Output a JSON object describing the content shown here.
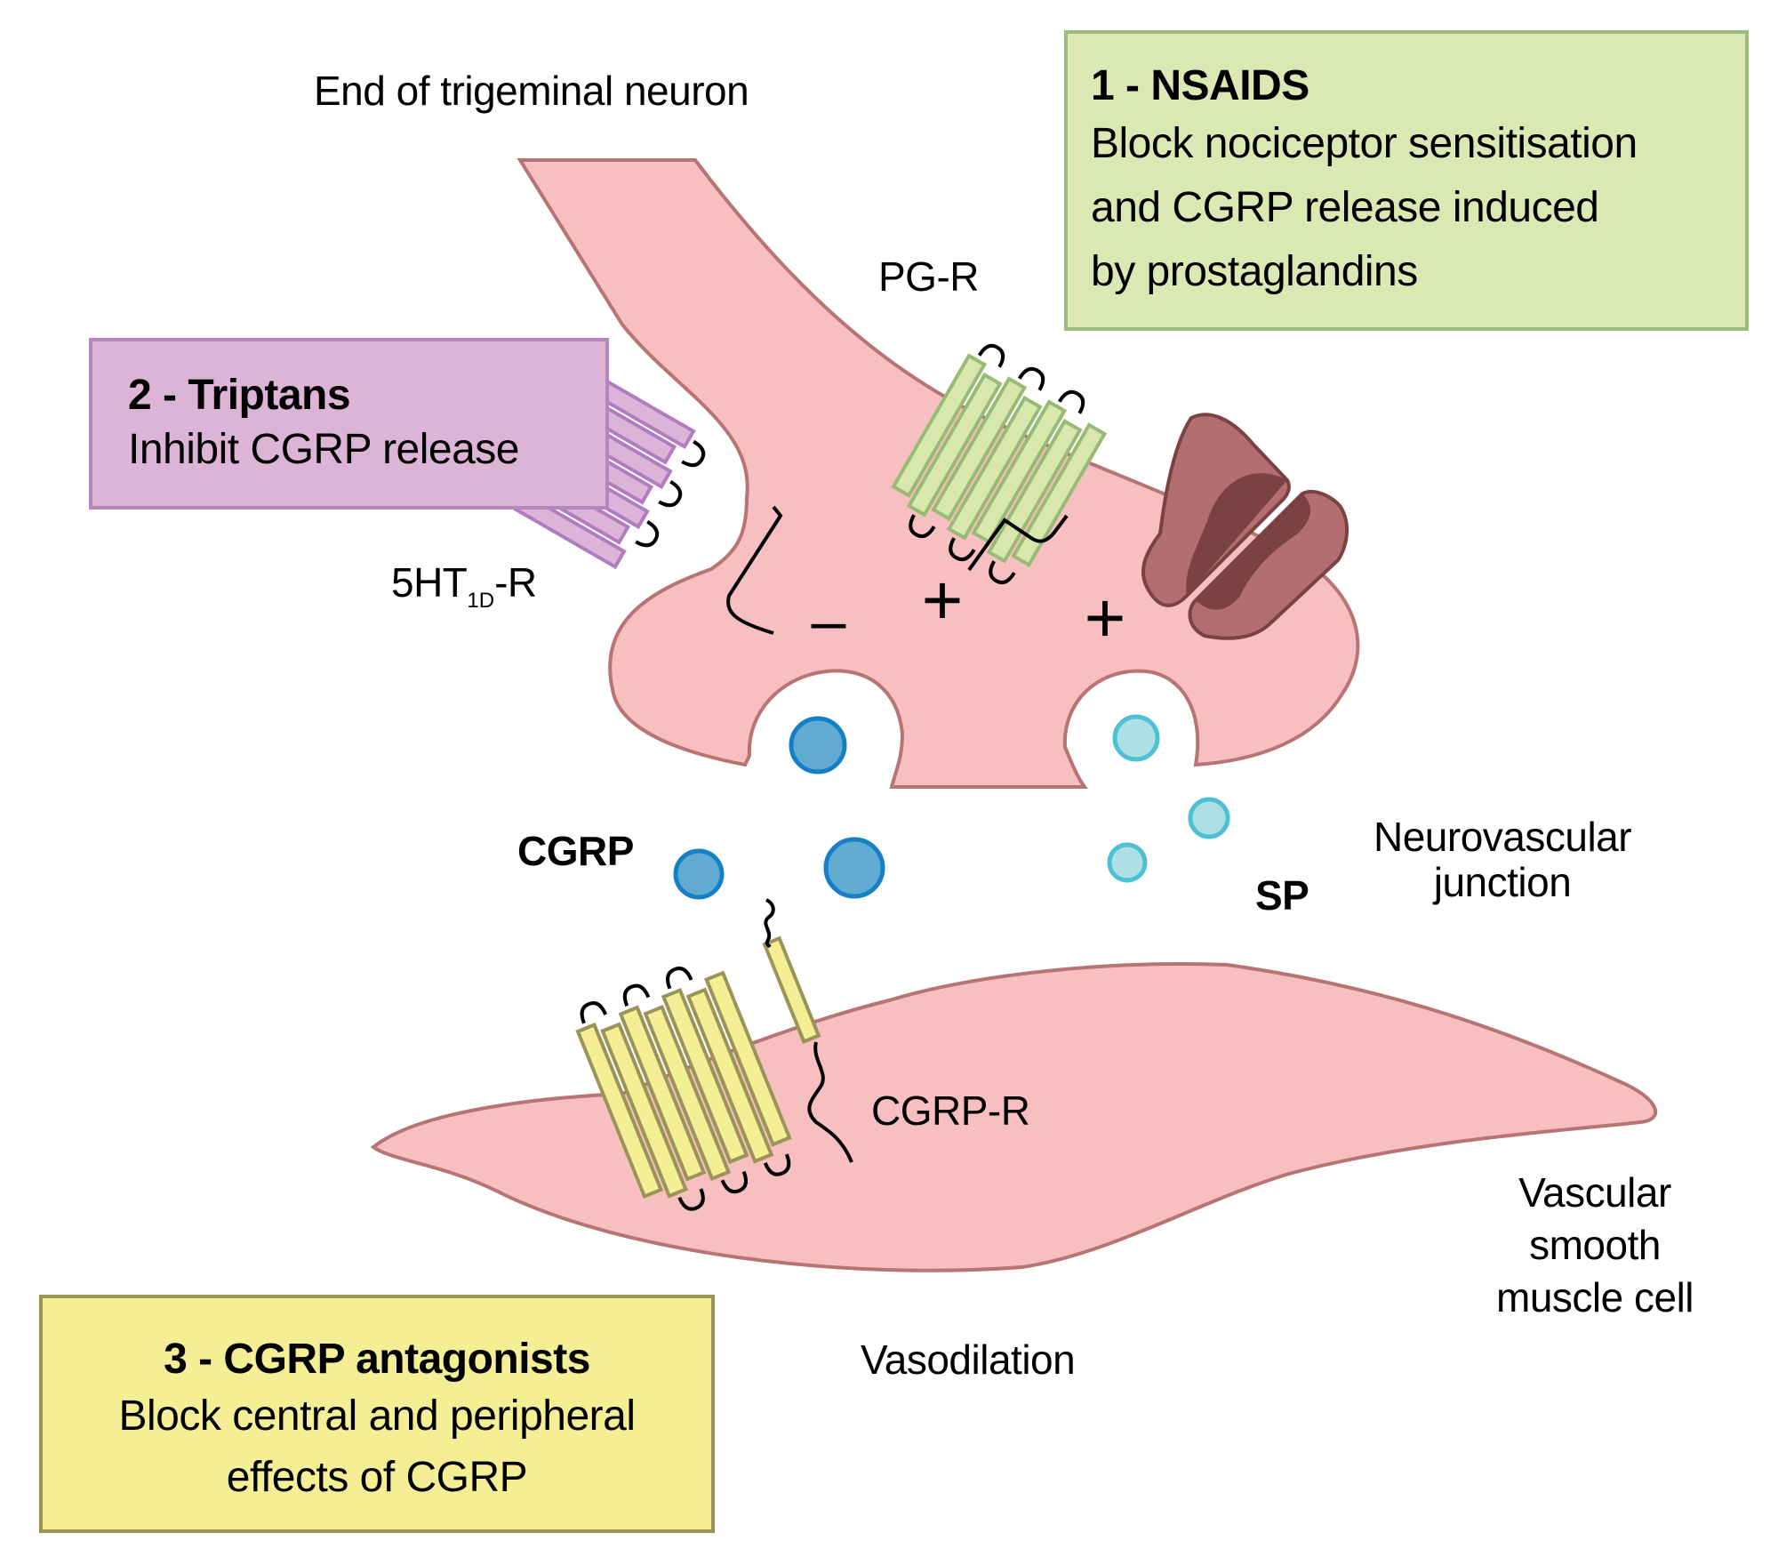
{
  "title_label": "End of trigeminal neuron",
  "boxes": {
    "nsaids": {
      "title": "1 - NSAIDS",
      "lines": [
        "Block nociceptor sensitisation",
        "and CGRP release induced",
        "by prostaglandins"
      ],
      "fill": "#dce8b4",
      "border": "#9cbb7e"
    },
    "triptans": {
      "title": "2 - Triptans",
      "lines": [
        "Inhibit CGRP release"
      ],
      "fill": "#dcb4d6",
      "border": "#b886bf"
    },
    "cgrp_antagonists": {
      "title": "3 - CGRP antagonists",
      "lines": [
        "Block central and peripheral",
        "effects of CGRP"
      ],
      "fill": "#f4ee94",
      "border": "#9b9459"
    }
  },
  "receptors": {
    "pg_r": "PG-R",
    "ht_r": {
      "prefix": "5HT",
      "subscript": "1D",
      "suffix": "-R"
    },
    "cgrp_r": "CGRP-R"
  },
  "signs": {
    "inhibit": "–",
    "excite_1": "+",
    "excite_2": "+"
  },
  "molecules": {
    "cgrp": "CGRP",
    "sp": "SP"
  },
  "labels": {
    "junction": [
      "Neurovascular",
      "junction"
    ],
    "muscle": [
      "Vascular",
      "smooth",
      "muscle cell"
    ],
    "vasodilation": "Vasodilation"
  },
  "colors": {
    "cell_fill": "#f8bfc1",
    "cell_stroke": "#b87373",
    "cgrp_fill": "#62abd0",
    "cgrp_stroke": "#1680c6",
    "sp_fill": "#addfe4",
    "sp_stroke": "#4dc0d4",
    "channel_light": "#b36f6f",
    "channel_dark": "#7a4243",
    "pg_receptor": "#d8e8ac",
    "pg_receptor_stroke": "#97bb75",
    "ht_receptor": "#dcb4d8",
    "ht_receptor_stroke": "#b27dc0",
    "cgrp_receptor": "#f4ee94",
    "cgrp_receptor_stroke": "#9b9459"
  }
}
